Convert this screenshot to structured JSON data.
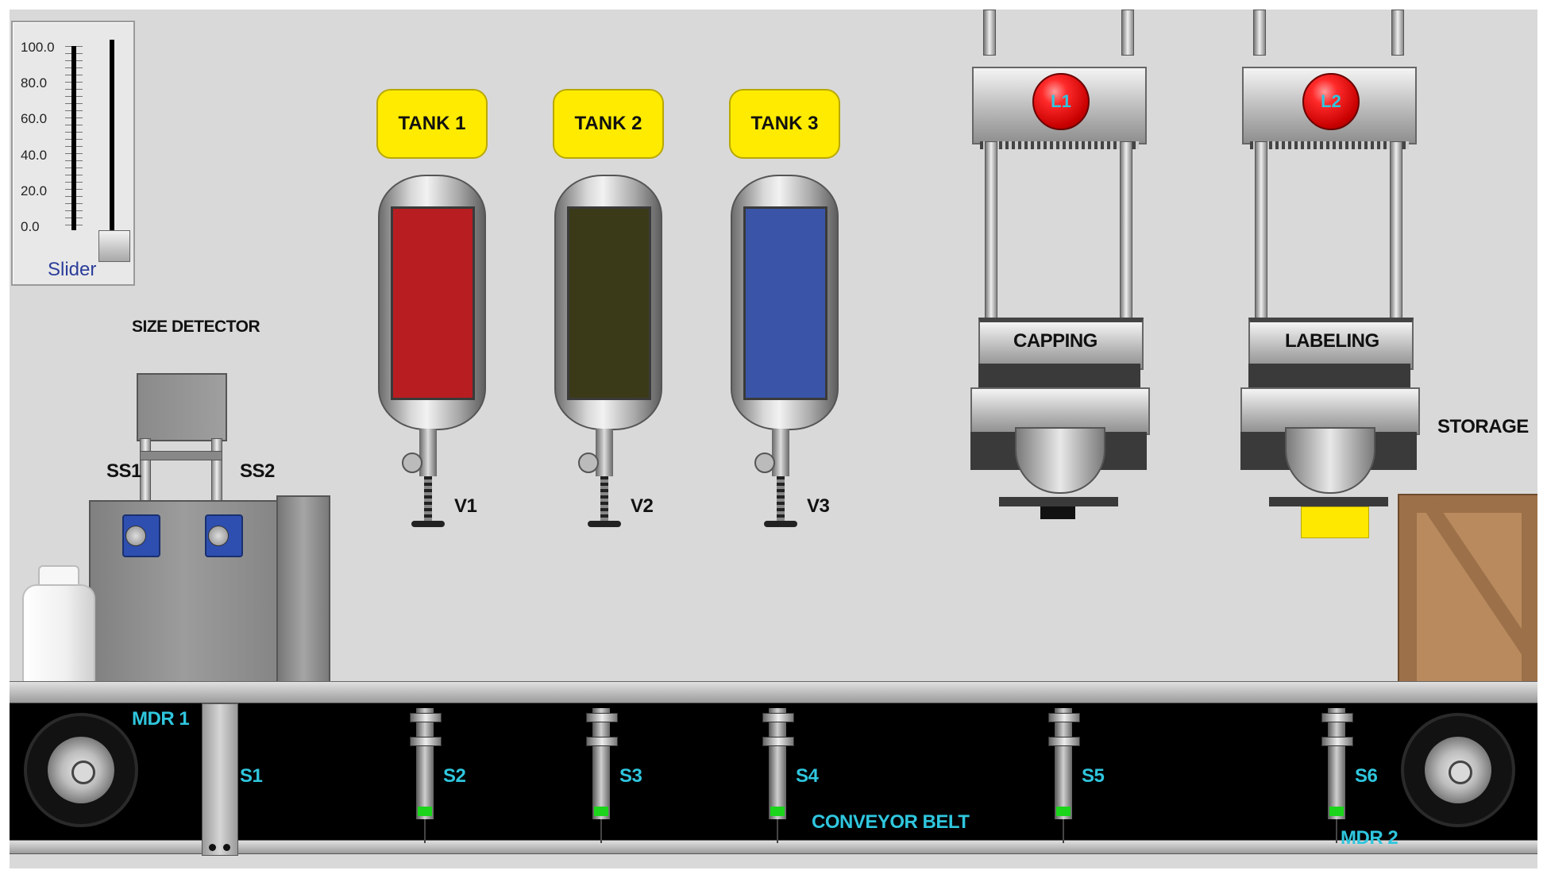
{
  "slider": {
    "label": "Slider",
    "ticks": [
      "100.0",
      "80.0",
      "60.0",
      "40.0",
      "20.0",
      "0.0"
    ],
    "value": 0.0
  },
  "size_detector": {
    "title": "SIZE DETECTOR",
    "sensor_left": "SS1",
    "sensor_right": "SS2"
  },
  "tanks": [
    {
      "name": "TANK 1",
      "valve": "V1",
      "liquid_color": "#b81d22"
    },
    {
      "name": "TANK 2",
      "valve": "V2",
      "liquid_color": "#3b3a18"
    },
    {
      "name": "TANK 3",
      "valve": "V3",
      "liquid_color": "#3a55a8"
    }
  ],
  "stations": {
    "capping": {
      "label": "CAPPING",
      "lamp": "L1",
      "lamp_color": "#e41414"
    },
    "labeling": {
      "label": "LABELING",
      "lamp": "L2",
      "lamp_color": "#e41414"
    },
    "storage": {
      "label": "STORAGE"
    }
  },
  "conveyor": {
    "label": "CONVEYOR BELT",
    "motor_left": "MDR 1",
    "motor_right": "MDR 2",
    "sensors": [
      "S1",
      "S2",
      "S3",
      "S4",
      "S5",
      "S6"
    ]
  },
  "colors": {
    "background": "#d9d9d9",
    "badge": "#ffeb00",
    "sensor_label": "#2fc6de",
    "belt": "#000000"
  }
}
